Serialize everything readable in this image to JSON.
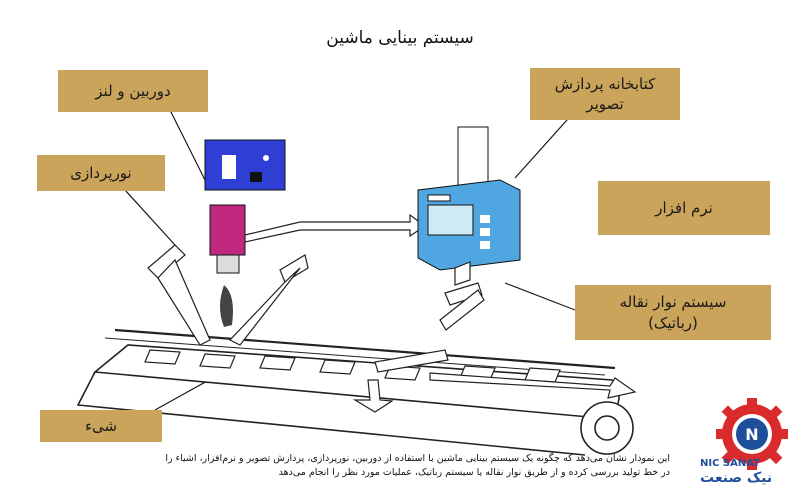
{
  "title": "سیستم بینایی ماشین",
  "labels": {
    "camera": "دوربین و لنز",
    "lighting": "نورپردازی",
    "library": "کتابخانه پردازش تصویر",
    "software": "نرم افزار",
    "conveyor": "سیستم نوار نقاله (رباتیک)",
    "object": "شیء"
  },
  "caption": "این نمودار نشان می‌دهد که چگونه یک سیستم بینایی ماشین با استفاده از دوربین، نورپردازی، پردازش تصویر و نرم‌افزار، اشیاء را در خط تولید بررسی کرده و از طریق نوار نقاله یا سیستم رباتیک، عملیات مورد نظر را انجام می‌دهد",
  "logo": {
    "latin": "NIC SANAT",
    "persian": "نیک صنعت",
    "gear_color": "#d92b2b",
    "emblem_color": "#1f4f9a"
  },
  "colors": {
    "label_bg": "#c9a45a",
    "camera_body": "#2f3fd6",
    "lens": "#c0277f",
    "computer": "#4fa6e0"
  }
}
